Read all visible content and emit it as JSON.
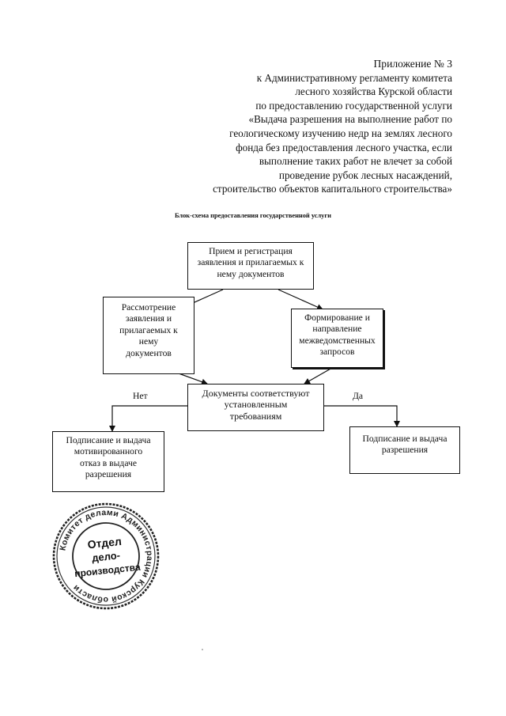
{
  "header": {
    "lines": [
      "Приложение № 3",
      "к Административному регламенту комитета",
      "лесного хозяйства Курской области",
      "по предоставлению государственной услуги",
      "«Выдача разрешения на выполнение работ по",
      "геологическому изучению недр на землях лесного",
      "фонда без предоставления лесного участка, если",
      "выполнение таких работ не влечет за собой",
      "проведение рубок лесных насаждений,",
      "строительство объектов капитального строительства»"
    ]
  },
  "flowchart": {
    "title": "Блок-схема предоставления государственной услуги",
    "start": [
      "Прием и регистрация",
      "заявления и прилагаемых к",
      "нему документов"
    ],
    "review": [
      "Рассмотрение",
      "заявления и",
      "прилагаемых к",
      "нему",
      "документов"
    ],
    "requests": [
      "Формирование и",
      "направление",
      "межведомственных",
      "запросов"
    ],
    "decision": [
      "Документы соответствуют",
      "установленным",
      "требованиям"
    ],
    "no_label": "Нет",
    "yes_label": "Да",
    "refusal": [
      "Подписание и выдача",
      "мотивированного",
      "отказ в выдаче",
      "разрешения"
    ],
    "permit": [
      "Подписание и выдача",
      "разрешения"
    ]
  },
  "stamp": {
    "ring_text": "Комитет делами Администрации Курской области",
    "center": [
      "Отдел",
      "дело-",
      "производства"
    ]
  }
}
